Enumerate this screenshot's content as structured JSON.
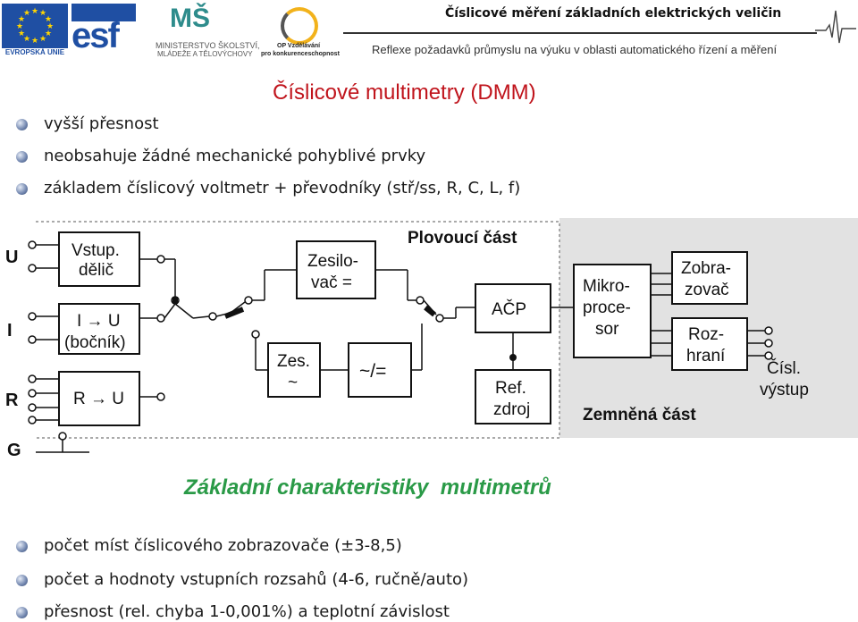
{
  "header": {
    "title": "Číslicové měření základních elektrických veličin",
    "subtitle": "Reflexe požadavků průmyslu na výuku v oblasti automatického řízení a měření",
    "logos": {
      "eu_caption": "EVROPSKÁ UNIE",
      "esf": "esf",
      "msmt_line1": "MINISTERSTVO ŠKOLSTVÍ,",
      "msmt_line2": "MLÁDEŽE A TĚLOVÝCHOVY",
      "op_line1": "OP Vzdělávání",
      "op_line2": "pro konkurenceschopnost"
    }
  },
  "slide": {
    "title": "Číslicové multimetry (DMM)",
    "bullets": [
      "vyšší přesnost",
      "neobsahuje žádné mechanické pohyblivé prvky",
      "základem číslicový voltmetr + převodníky (stř/ss, R, C, L, f)"
    ],
    "section_title": "Základní charakteristiky  multimetrů",
    "bullets2": [
      "počet míst číslicového zobrazovače (±3-8,5)",
      "počet a hodnoty vstupních rozsahů (4-6, ručně/auto)",
      "přesnost (rel. chyba 1-0,001%) a teplotní závislost"
    ]
  },
  "diagram": {
    "terminals": [
      "U",
      "I",
      "R",
      "G"
    ],
    "floating_label": "Plovoucí část",
    "ground_label": "Zemněná část",
    "blocks": {
      "divider": [
        "Vstup.",
        "dělič"
      ],
      "shunt": [
        "I → U",
        "(bočník)"
      ],
      "r2u": "R → U",
      "amp": [
        "Zesilo-",
        "vač ="
      ],
      "acamp": [
        "Zes.",
        "~"
      ],
      "acdc": "~/=",
      "adc": "AČP",
      "ref": [
        "Ref.",
        "zdroj"
      ],
      "mcu": [
        "Mikro-",
        "proce-",
        "sor"
      ],
      "display": [
        "Zobra-",
        "zovač"
      ],
      "iface": [
        "Roz-",
        "hraní"
      ],
      "digital_out": [
        "Čísl.",
        "výstup"
      ]
    },
    "colors": {
      "ground_fill": "#e2e2e2",
      "stroke": "#111111"
    }
  }
}
